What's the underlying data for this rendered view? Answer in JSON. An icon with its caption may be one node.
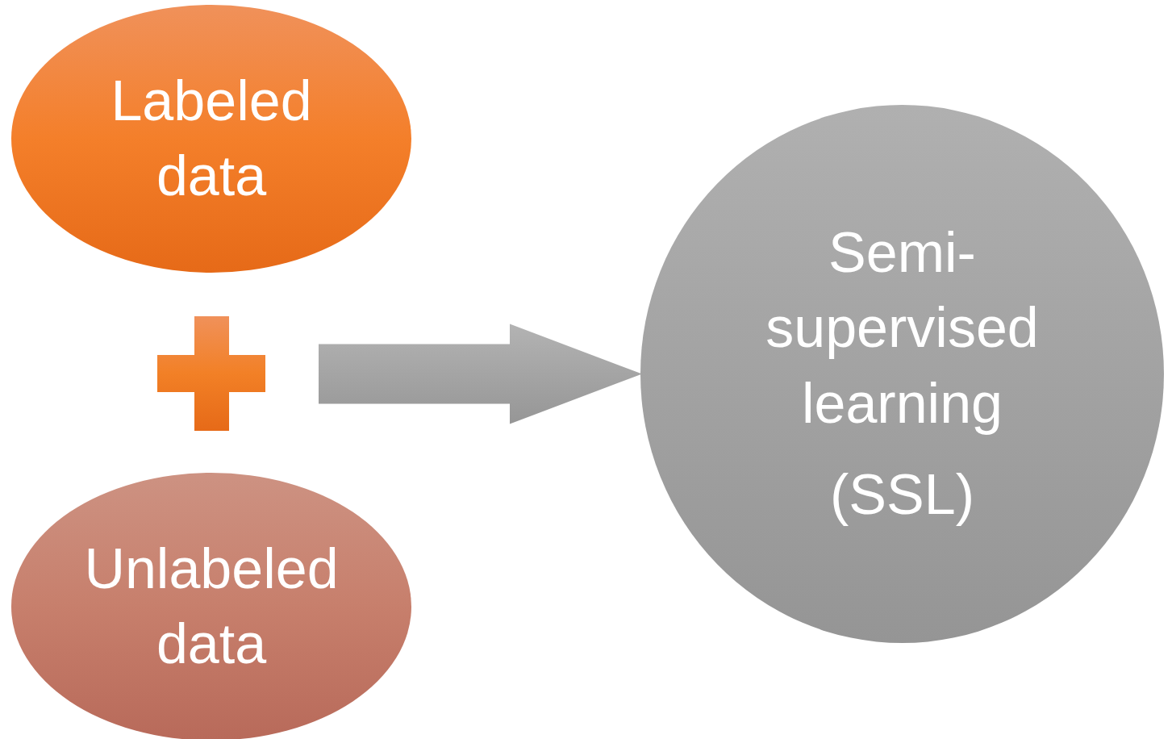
{
  "diagram": {
    "nodes": [
      {
        "text": [
          "Labeled data"
        ]
      },
      {
        "text": [
          "Unlabeled data"
        ]
      },
      {
        "text": [
          "Semi-supervised learning",
          "(SSL)"
        ]
      }
    ],
    "edges": [
      {
        "from": null,
        "to": 2,
        "arrow": "to",
        "style": "thick"
      }
    ]
  }
}
